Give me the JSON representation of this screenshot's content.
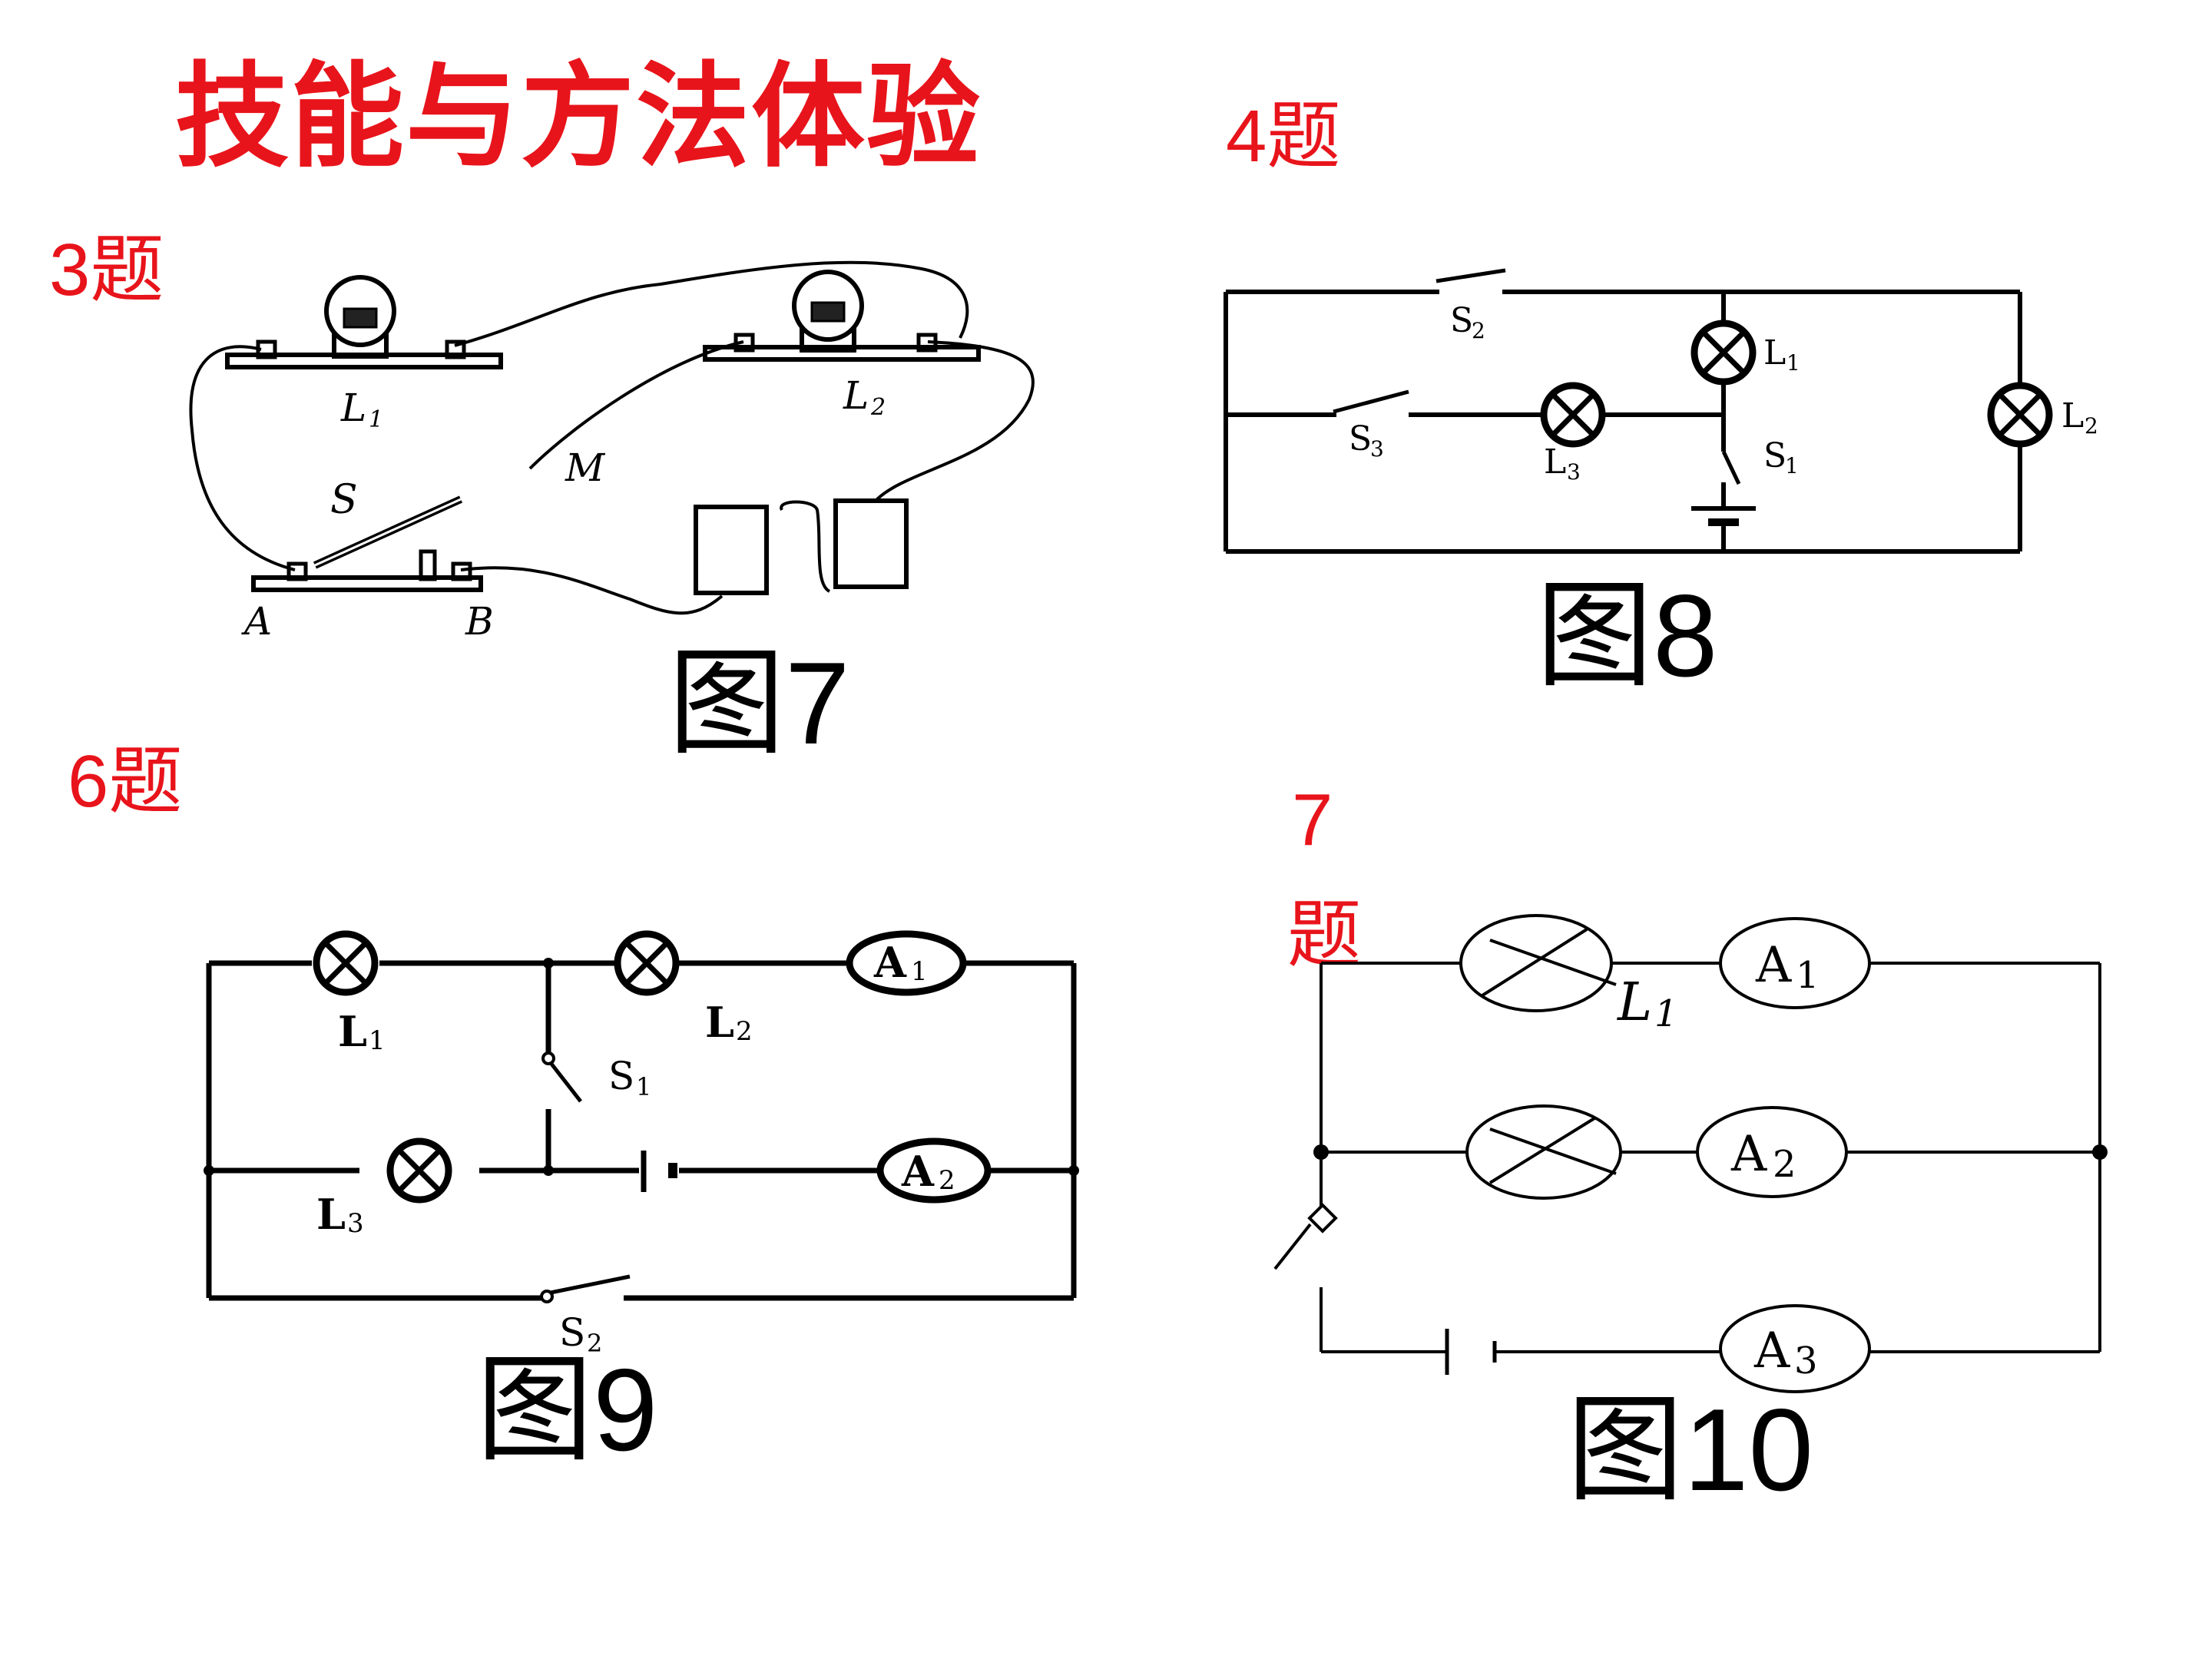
{
  "title": "技能与方法体验",
  "questions": {
    "q3": "3题",
    "q4": "4题",
    "q6": "6题",
    "q7_num": "7",
    "q7_char": "题"
  },
  "figures": {
    "fig7": {
      "caption": "图7",
      "labels": {
        "lamp1": "L",
        "lamp1_sub": "1",
        "lamp2": "L",
        "lamp2_sub": "2",
        "switch": "S",
        "wire": "M",
        "a": "A",
        "b": "B"
      }
    },
    "fig8": {
      "caption": "图8",
      "labels": {
        "s2": "S",
        "s2_sub": "2",
        "s3": "S",
        "s3_sub": "3",
        "s1": "S",
        "s1_sub": "1",
        "l1": "L",
        "l1_sub": "1",
        "l2": "L",
        "l2_sub": "2",
        "l3": "L",
        "l3_sub": "3"
      }
    },
    "fig9": {
      "caption": "图9",
      "labels": {
        "l1": "L",
        "l1_sub": "1",
        "l2": "L",
        "l2_sub": "2",
        "l3": "L",
        "l3_sub": "3",
        "a1": "A",
        "a1_sub": "1",
        "a2": "A",
        "a2_sub": "2",
        "s1": "S",
        "s1_sub": "1",
        "s2": "S",
        "s2_sub": "2"
      }
    },
    "fig10": {
      "caption": "图10",
      "labels": {
        "l1": "L",
        "l1_sub": "1",
        "a1": "A",
        "a1_sub": "1",
        "a2": "A",
        "a2_sub": "2",
        "a3": "A",
        "a3_sub": "3"
      }
    }
  },
  "colors": {
    "label_red": "#e8141b",
    "line_black": "#000000"
  }
}
